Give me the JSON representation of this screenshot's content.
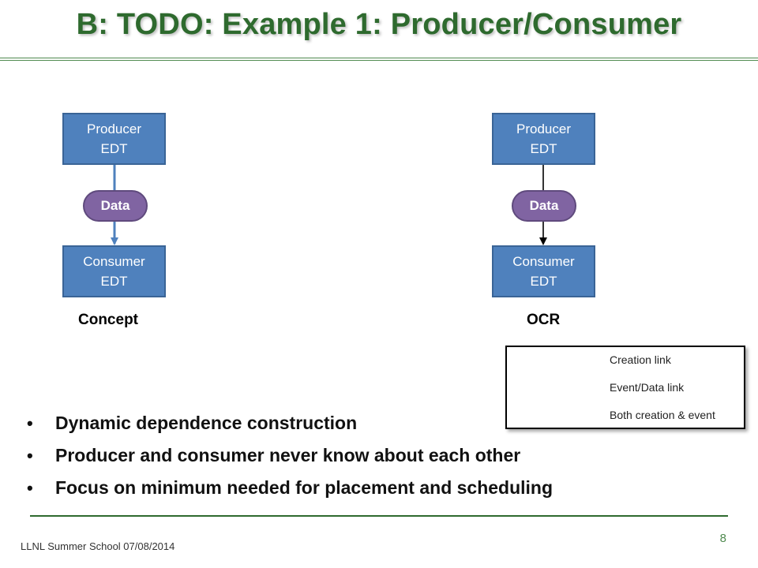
{
  "slide": {
    "title": "B: TODO: Example 1: Producer/Consumer",
    "footer": "LLNL Summer School 07/08/2014",
    "page_number": "8"
  },
  "concept": {
    "producer": "Producer\nEDT",
    "data": "Data",
    "consumer": "Consumer\nEDT",
    "caption": "Concept"
  },
  "ocr": {
    "producer": "Producer\nEDT",
    "data": "Data",
    "consumer": "Consumer\nEDT",
    "caption": "OCR"
  },
  "legend": {
    "creation": "Creation link",
    "event_data": "Event/Data link",
    "both": "Both creation & event"
  },
  "bullets": [
    "Dynamic dependence construction",
    "Producer and consumer never know about each other",
    "Focus on minimum needed for placement and scheduling"
  ],
  "colors": {
    "title": "#2e6a2e",
    "edt_fill": "#4f81bd",
    "data_fill": "#8064a2"
  }
}
